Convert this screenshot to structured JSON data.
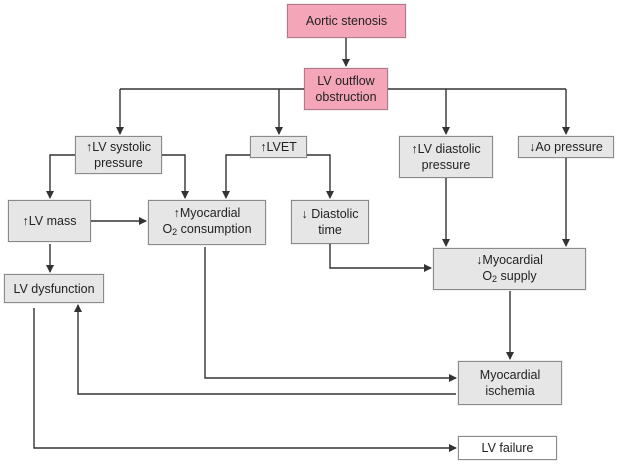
{
  "colors": {
    "highlight_fill": "#f4a6b8",
    "box_fill": "#e6e6e6",
    "final_fill": "#ffffff",
    "line": "#333333"
  },
  "nodes": {
    "aortic_stenosis": "Aortic stenosis",
    "lv_outflow": "LV outflow\nobstruction",
    "lv_systolic": "↑LV systolic\npressure",
    "lvet": "↑LVET",
    "lv_diastolic": "↑LV diastolic\npressure",
    "ao_pressure": "↓Ao pressure",
    "lv_mass": "↑LV mass",
    "myo_o2_consumption": "↑Myocardial\nO2 consumption",
    "diastolic_time": "↓ Diastolic\ntime",
    "myo_o2_supply": "↓Myocardial\nO2 supply",
    "lv_dysfunction": "LV dysfunction",
    "myo_ischemia": "Myocardial\nischemia",
    "lv_failure": "LV failure"
  }
}
